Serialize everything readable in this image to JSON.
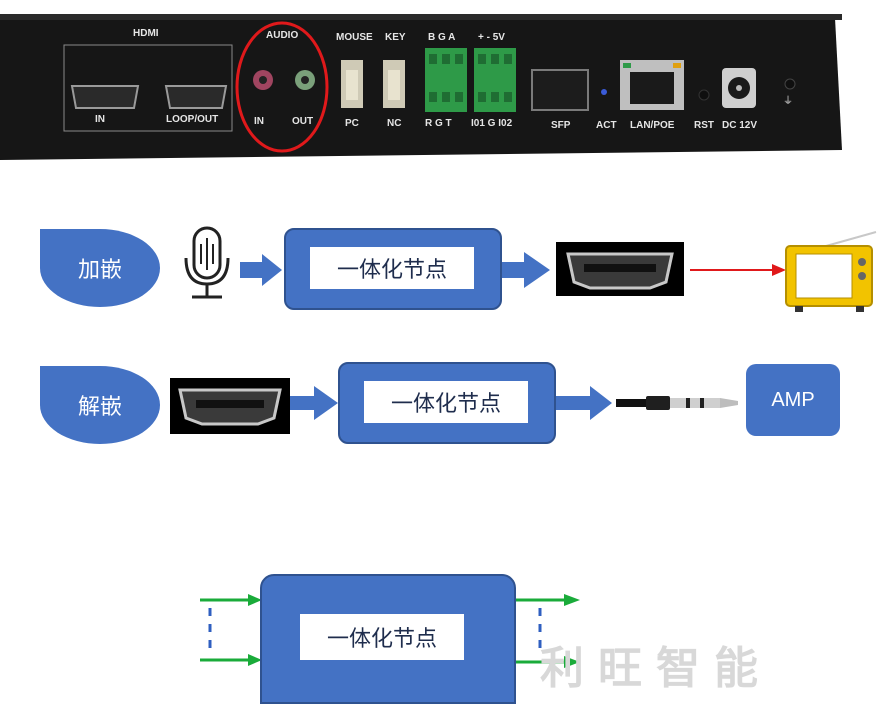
{
  "device": {
    "hdmi": "HDMI",
    "hdmi_in": "IN",
    "hdmi_loop": "LOOP/OUT",
    "audio": "AUDIO",
    "audio_in": "IN",
    "audio_out": "OUT",
    "mouse": "MOUSE",
    "key": "KEY",
    "pc": "PC",
    "nc": "NC",
    "bga": "B  G  A",
    "plus_minus_5v": "+  -  5V",
    "rgt": "R  G  T",
    "io": "I01  G  I02",
    "sfp": "SFP",
    "act": "ACT",
    "lan": "LAN/POE",
    "rst": "RST",
    "dc": "DC 12V",
    "highlight_color": "#e0191b"
  },
  "diagram": {
    "embed": {
      "label": "加嵌",
      "node": "一体化节点"
    },
    "extract": {
      "label": "解嵌",
      "node": "一体化节点",
      "amp": "AMP"
    },
    "bottom_node": "一体化节点",
    "colors": {
      "node": "#4472c4",
      "arrow_green": "#1aab3a",
      "arrow_red": "#e0191b",
      "tv": "#f2c300"
    }
  },
  "watermark": {
    "text": "利旺智能"
  }
}
